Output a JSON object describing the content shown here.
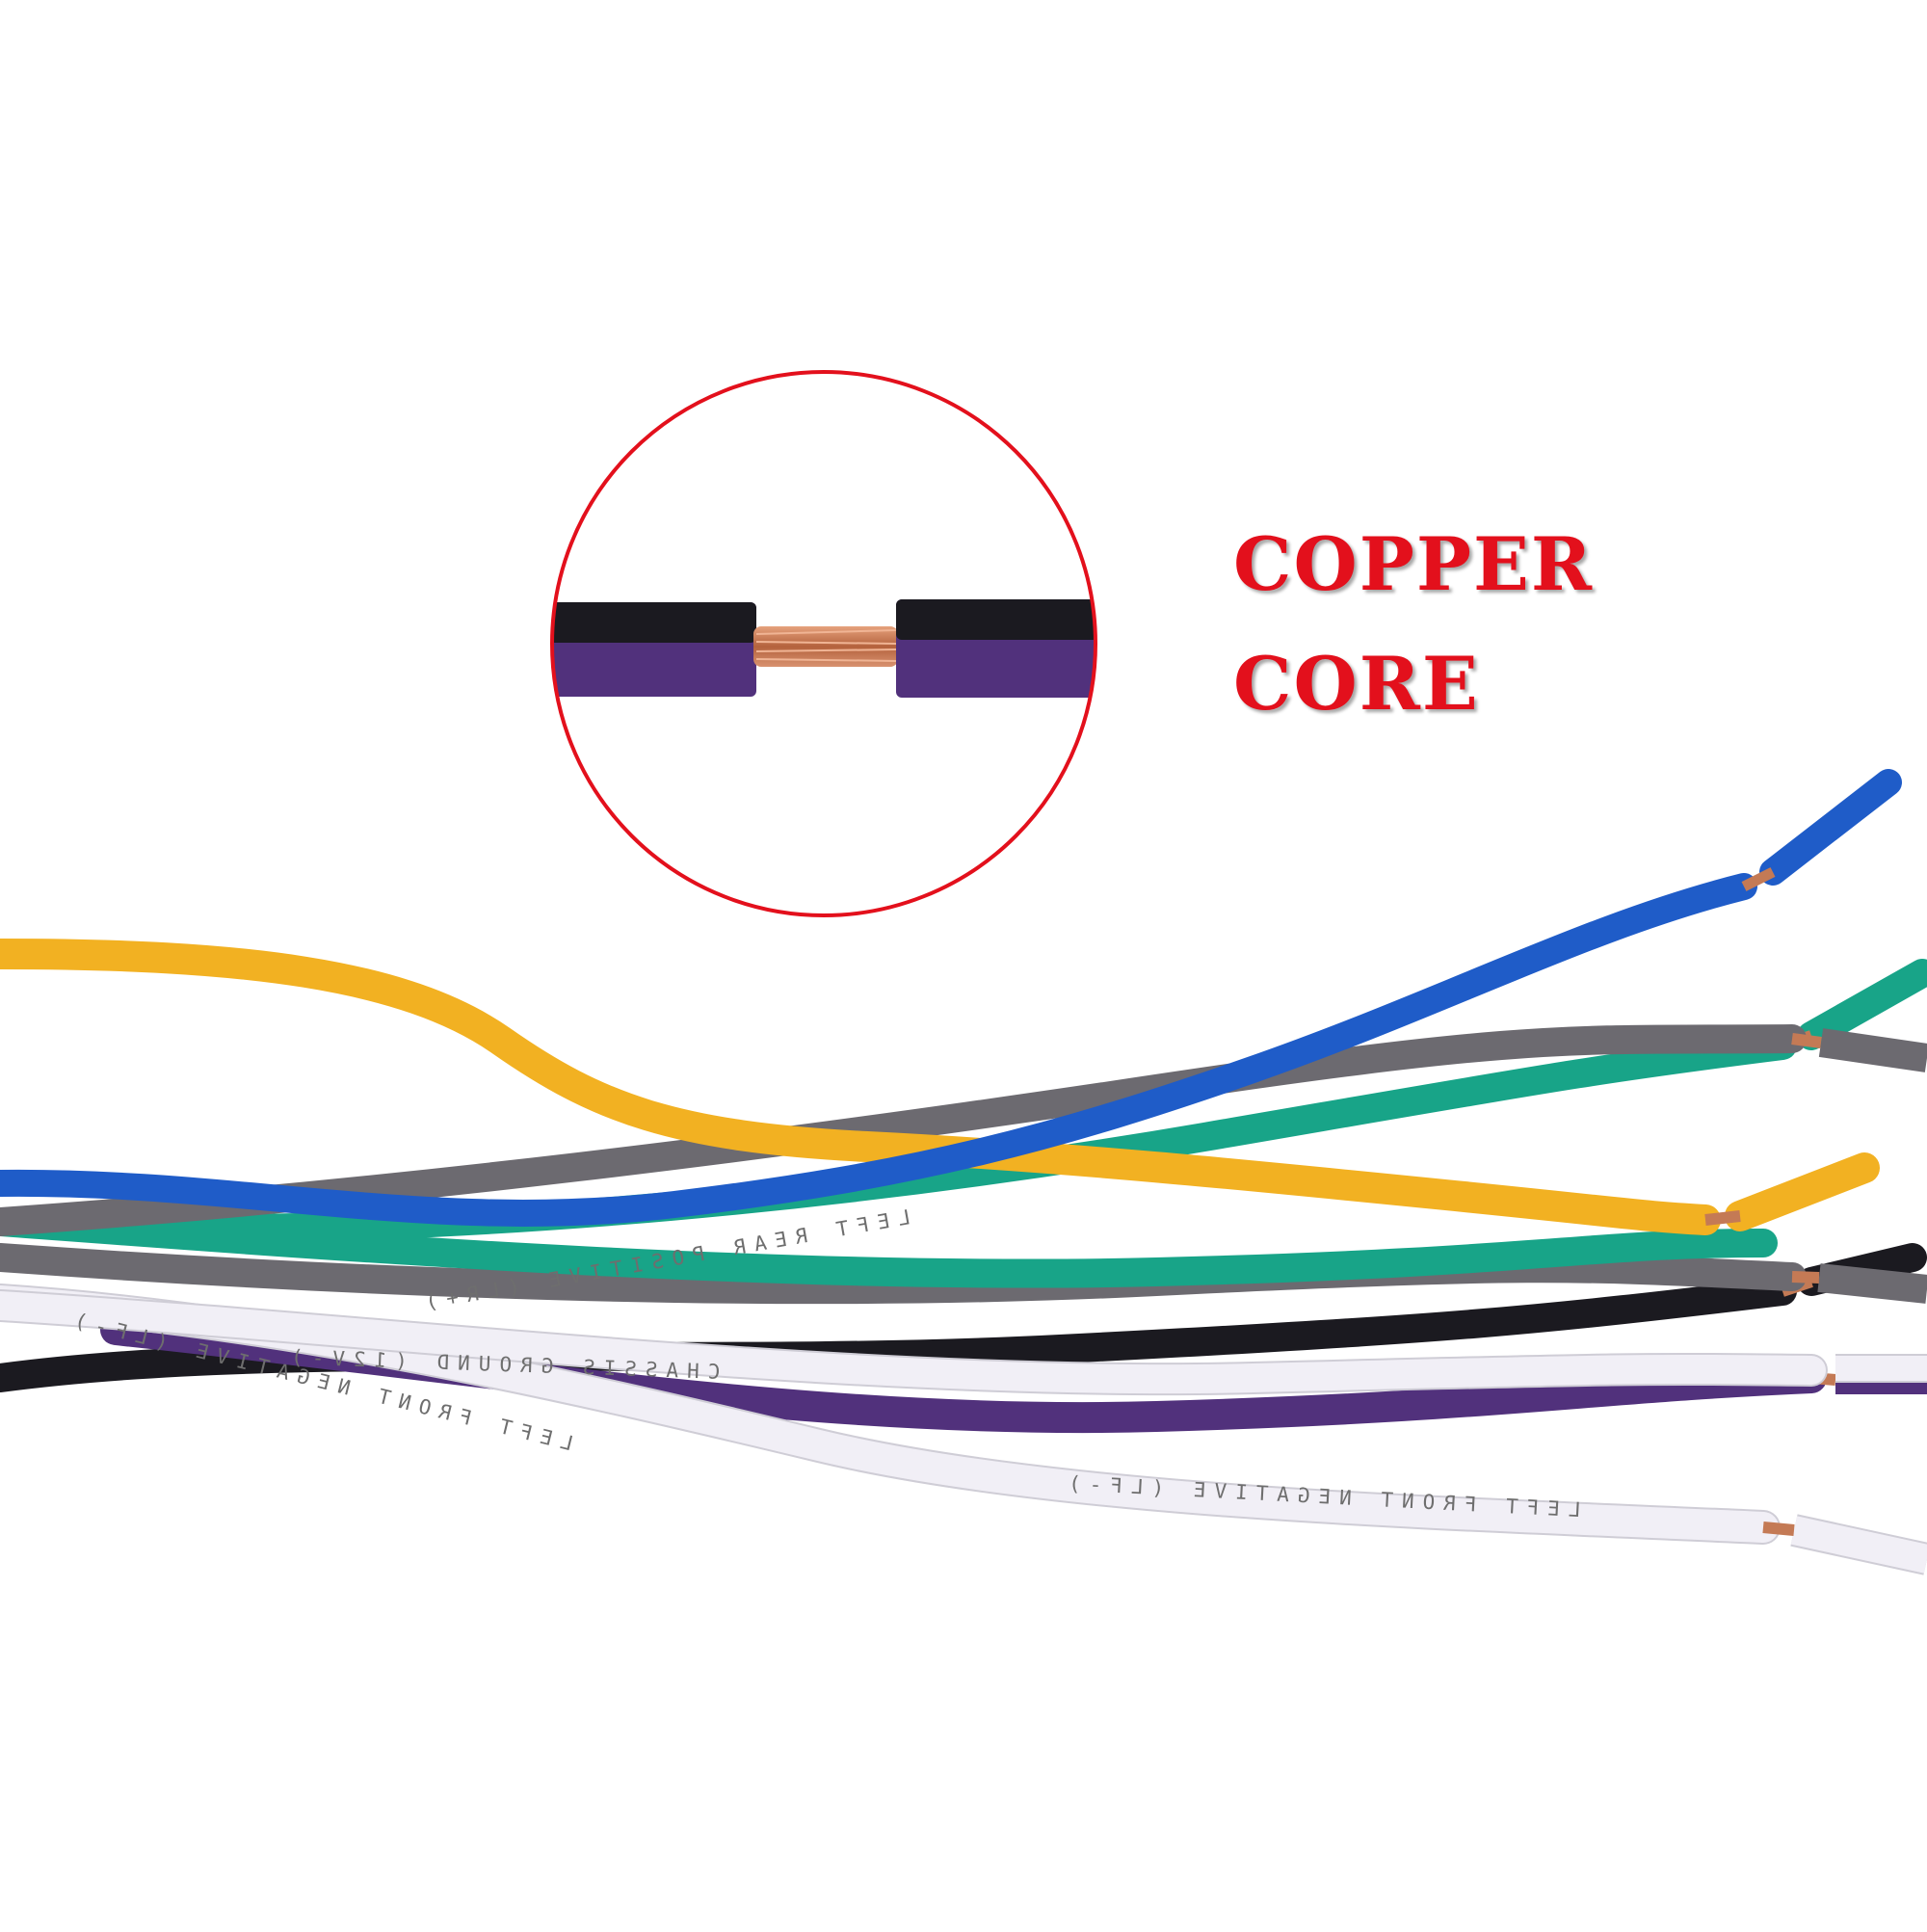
{
  "callout": {
    "line1": "COPPER",
    "line2": "CORE",
    "text_color": "#e3101c",
    "ring_color": "#e3101c"
  },
  "wire_prints": [
    "LEFT REAR POSITIVE (LR+)",
    "LEFT FRONT NEGATIVE (LF-)",
    "LEFT FRONT NEGATIVE (LF-)",
    "CHASSIS GROUND (12V-)"
  ],
  "wire_colors": {
    "yellow": "#f2b122",
    "blue": "#1f5cc8",
    "gray": "#6c6a70",
    "green": "#18a488",
    "black": "#1b1a20",
    "white": "#f1eff6",
    "purple": "#51317c",
    "copper": "#c47a55"
  }
}
